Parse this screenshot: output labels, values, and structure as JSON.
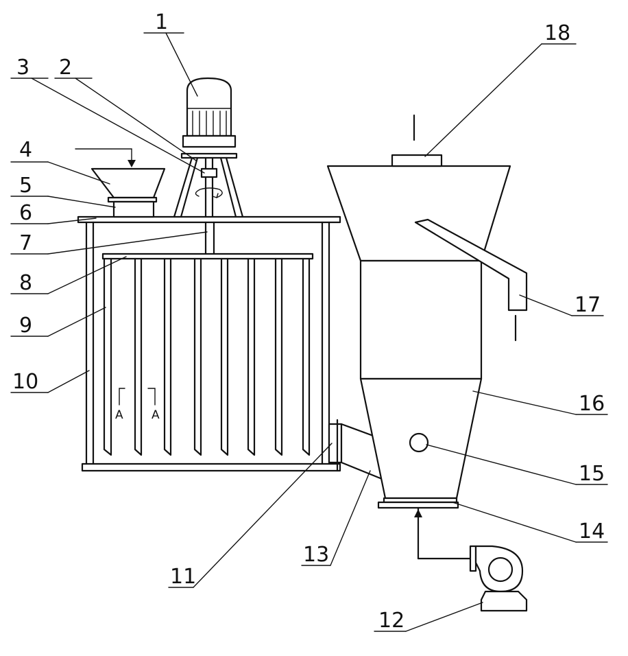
{
  "labels": {
    "n1": "1",
    "n2": "2",
    "n3": "3",
    "n4": "4",
    "n5": "5",
    "n6": "6",
    "n7": "7",
    "n8": "8",
    "n9": "9",
    "n10": "10",
    "n11": "11",
    "n12": "12",
    "n13": "13",
    "n14": "14",
    "n15": "15",
    "n16": "16",
    "n17": "17",
    "n18": "18"
  },
  "section": {
    "left": "A",
    "right": "A"
  }
}
